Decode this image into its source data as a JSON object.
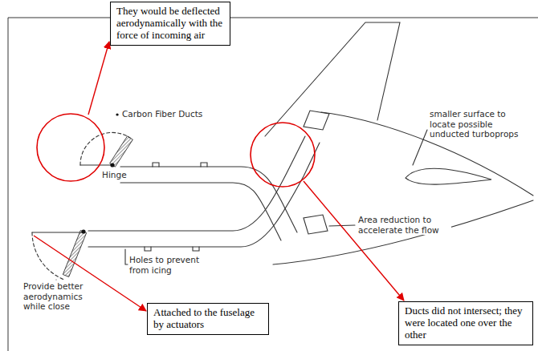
{
  "diagram": {
    "nodes": [
      {
        "text": [
          "They would be deflected aerodynamically with the force of incoming air"
        ]
      },
      {
        "text": [
          "Attached to the fuselage by actuators"
        ]
      },
      {
        "text": [
          "Ducts did not intersect; they were located one over the other"
        ]
      }
    ],
    "labels": [
      "Carbon Fiber Ducts",
      "Hinge",
      "smaller surface to locate possible unducted turboprops",
      "Area reduction to accelerate the flow",
      "Holes to prevent from icing",
      "Provide better aerodynamics while close"
    ]
  }
}
